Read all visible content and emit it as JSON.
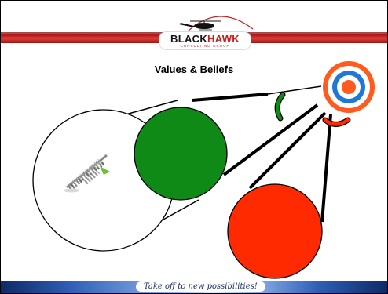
{
  "header": {
    "logo_word_black": "BLACK",
    "logo_word_red": "HAWK",
    "logo_sub": "CONSULTING GROUP"
  },
  "slide": {
    "title": "Values & Beliefs"
  },
  "footer": {
    "tagline": "Take off to new possibilities!"
  },
  "colors": {
    "green_circle": "#0f8a16",
    "red_circle": "#ff2a00",
    "target_outer": "#ff5a1f",
    "target_blue": "#1f78d8",
    "header_red": "#c0201f",
    "footer_blue": "#2f5fb6"
  },
  "icons": [
    "helicopter-icon",
    "bullseye-target-icon",
    "spiral-staircase-image"
  ]
}
